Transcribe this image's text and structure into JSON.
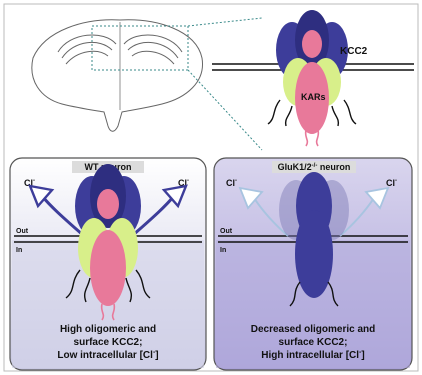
{
  "top": {
    "kcc2_label": "KCC2",
    "kars_label": "KARs"
  },
  "wt_panel": {
    "title": "WT neuron",
    "ion_left": "Cl",
    "ion_right": "Cl",
    "ion_charge": "-",
    "out_label": "Out",
    "in_label": "In",
    "caption_line1": "High oligomeric and",
    "caption_line2": "surface KCC2;",
    "caption_line3_prefix": "Low intracellular [Cl",
    "caption_line3_charge": "-",
    "caption_line3_suffix": "]"
  },
  "ko_panel": {
    "title_prefix": "GluK1/2",
    "title_superscript": "-/-",
    "title_suffix": " neuron",
    "ion_left": "Cl",
    "ion_right": "Cl",
    "ion_charge": "-",
    "out_label": "Out",
    "in_label": "In",
    "caption_line1": "Decreased oligomeric and",
    "caption_line2": "surface KCC2;",
    "caption_line3_prefix": "High intracellular [Cl",
    "caption_line3_charge": "-",
    "caption_line3_suffix": "]"
  },
  "colors": {
    "kcc2": "#3d3d9a",
    "kcc2_dark": "#2e2e80",
    "kar_green": "#d8ef8a",
    "kar_pink": "#e8799a",
    "wt_inside": "#cfcfe6",
    "ko_inside": "#b9b2de"
  }
}
